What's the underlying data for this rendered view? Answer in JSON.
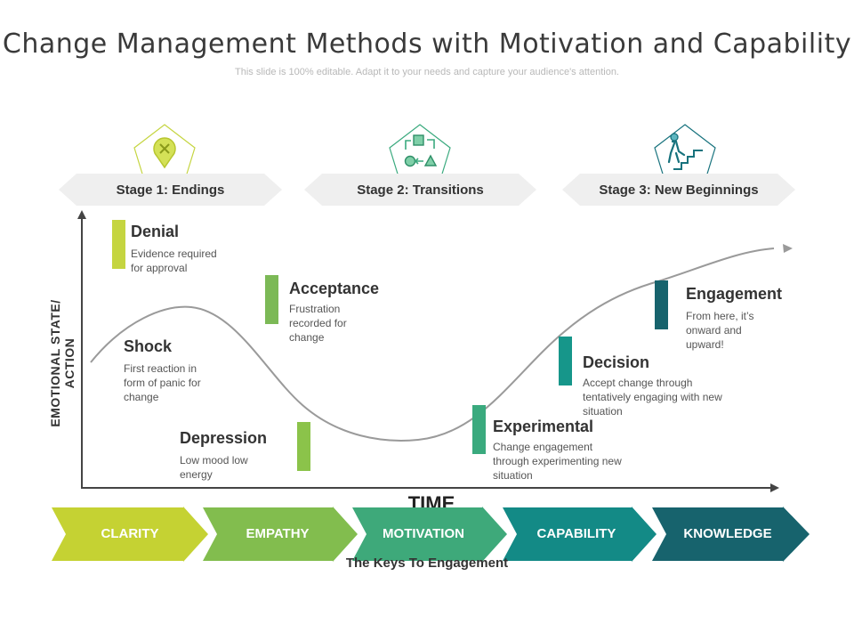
{
  "header": {
    "title": "Change Management Methods with Motivation and Capability",
    "subtitle": "This slide is 100% editable. Adapt it to your needs and capture  your audience's attention."
  },
  "stages": [
    {
      "label": "Stage 1: Endings",
      "icon": "map-pin-x-icon",
      "color": "#c5d540"
    },
    {
      "label": "Stage 2: Transitions",
      "icon": "process-shapes-icon",
      "color": "#3aaa7e"
    },
    {
      "label": "Stage 3: New Beginnings",
      "icon": "climbing-stairs-icon",
      "color": "#17727d"
    }
  ],
  "axes": {
    "y_label": "EMOTIONAL  STATE/ ACTION",
    "x_label": "TIME"
  },
  "steps": [
    {
      "title": "Denial",
      "desc": [
        "Evidence required",
        "for approval"
      ],
      "color": "#c5d540"
    },
    {
      "title": "Shock",
      "desc": [
        "First reaction in",
        "form of panic for",
        "change"
      ],
      "color": ""
    },
    {
      "title": "Depression",
      "desc": [
        "Low mood low",
        "energy"
      ],
      "color": "#8bc34a"
    },
    {
      "title": "Acceptance",
      "desc": [
        "Frustration",
        "recorded for",
        "change"
      ],
      "color": "#7cb956"
    },
    {
      "title": "Experimental",
      "desc": [
        "Change engagement",
        "through experimenting new",
        "situation"
      ],
      "color": "#3aaa7e"
    },
    {
      "title": "Decision",
      "desc": [
        "Accept change through",
        "tentatively engaging with new",
        "situation"
      ],
      "color": "#16968a"
    },
    {
      "title": "Engagement",
      "desc": [
        "From here, it’s",
        "onward and",
        "upward!"
      ],
      "color": "#17636d"
    }
  ],
  "keys": {
    "caption": "The Keys To Engagement",
    "items": [
      {
        "label": "CLARITY",
        "color": "#c5d233"
      },
      {
        "label": "EMPATHY",
        "color": "#82bd4e"
      },
      {
        "label": "MOTIVATION",
        "color": "#3ea97a"
      },
      {
        "label": "CAPABILITY",
        "color": "#138a86"
      },
      {
        "label": "KNOWLEDGE",
        "color": "#17636d"
      }
    ]
  }
}
